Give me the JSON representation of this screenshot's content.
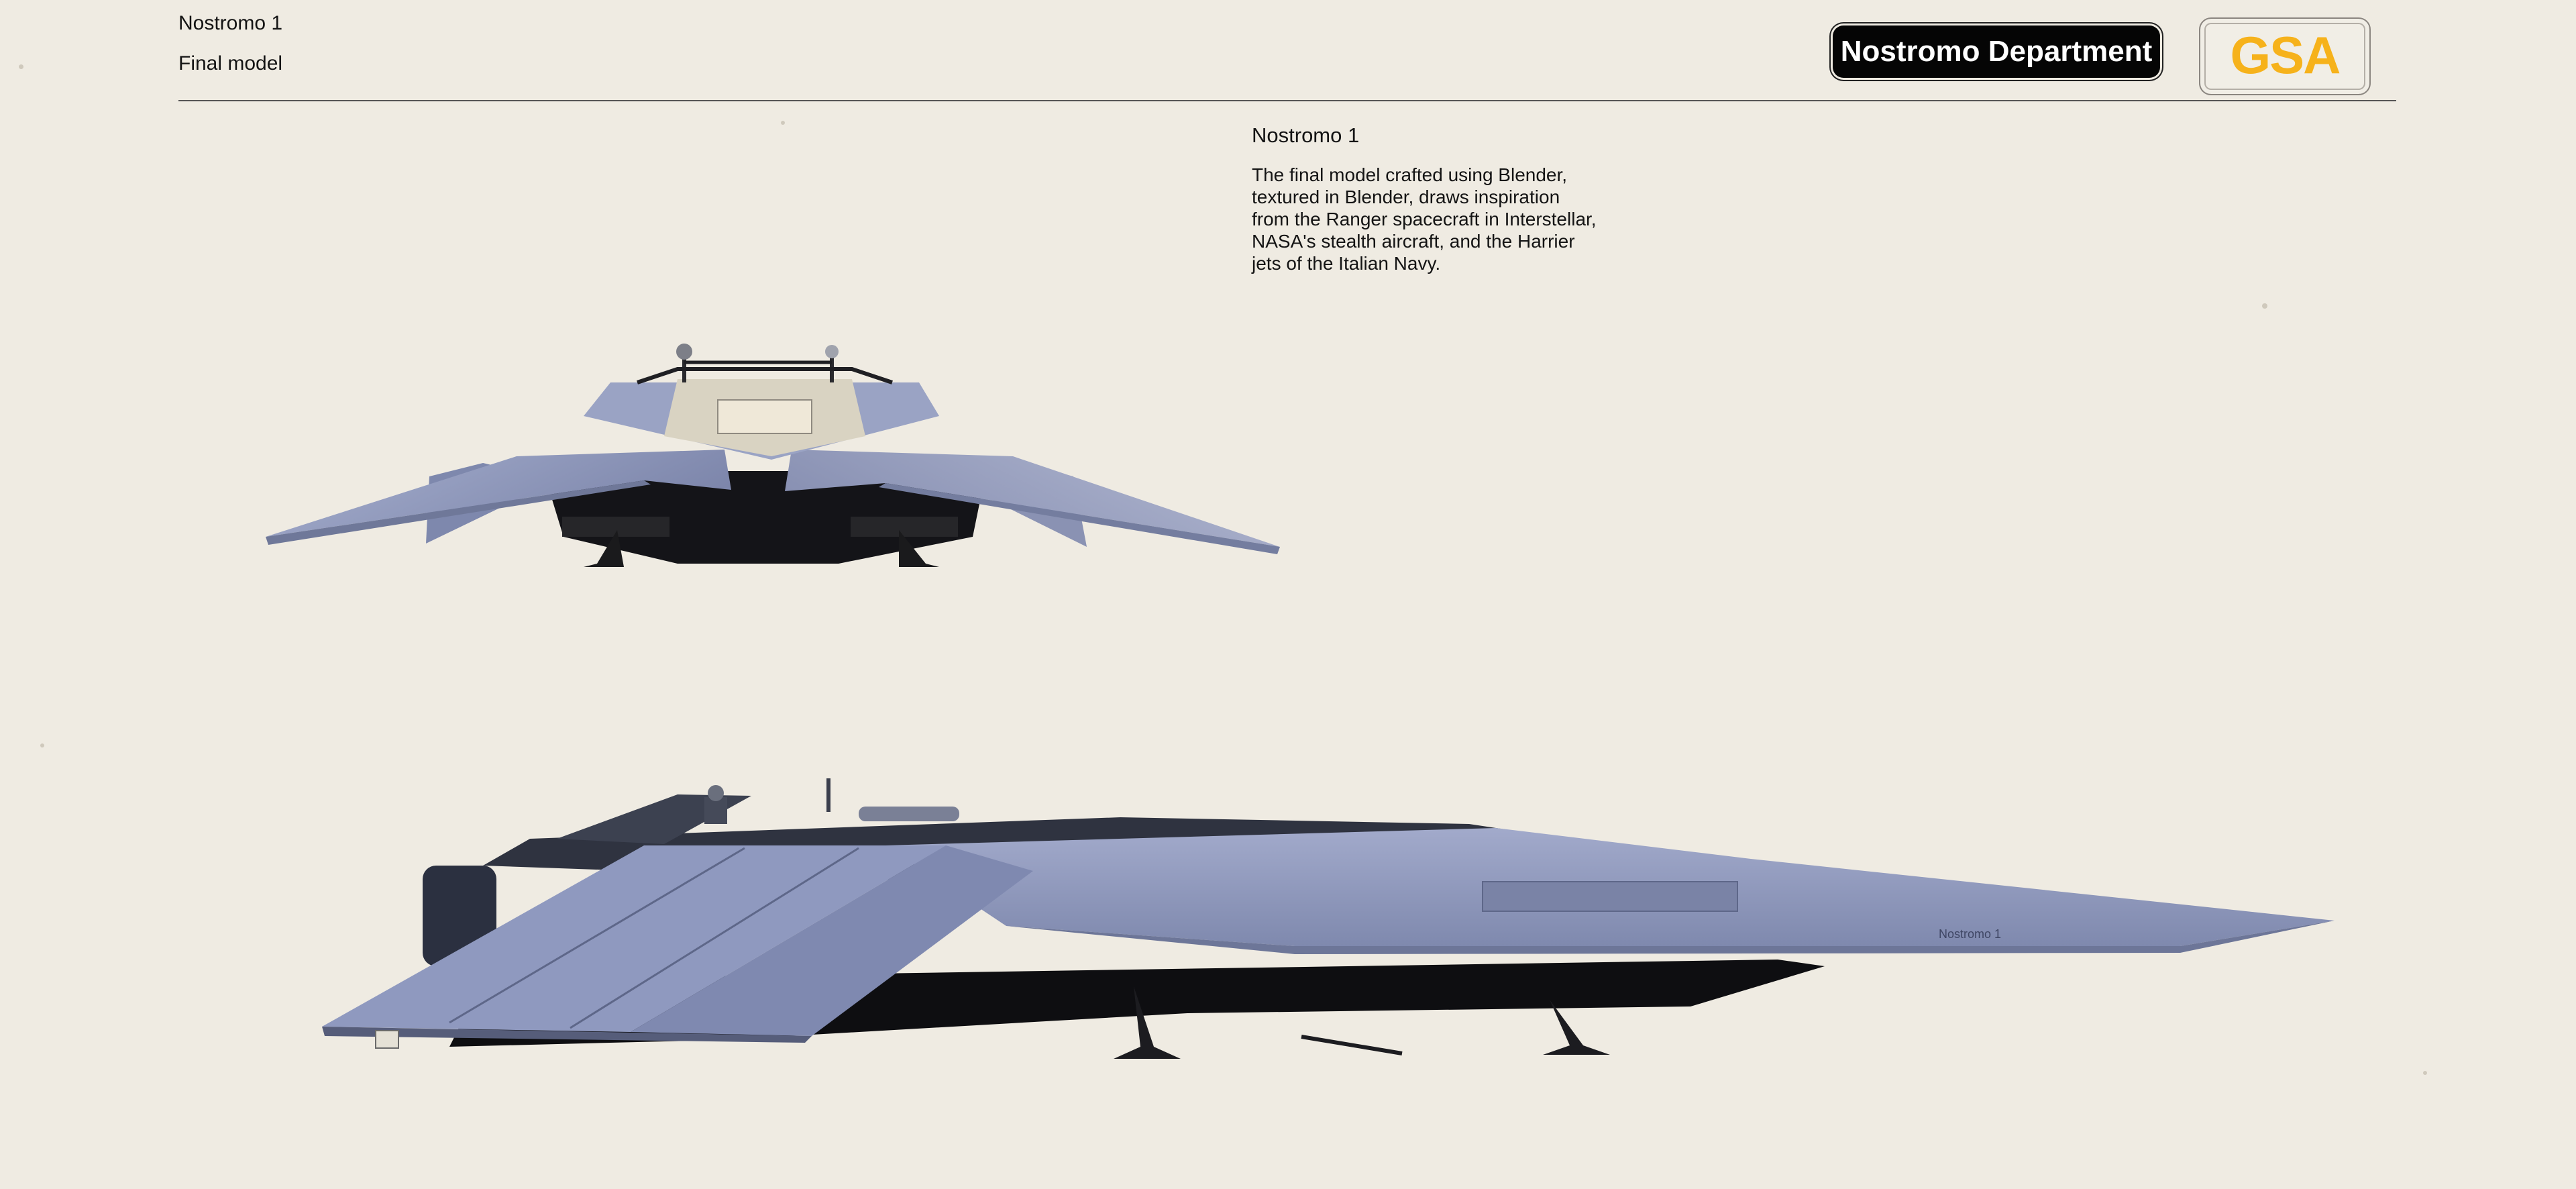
{
  "header": {
    "title": "Nostromo 1",
    "subtitle": "Final model"
  },
  "badge": {
    "label": "Nostromo Department"
  },
  "logo": {
    "icon": "gsa-logo",
    "text": "GSA",
    "color": "#f6b21b"
  },
  "description": {
    "title": "Nostromo 1",
    "body": "The final model crafted using Blender, textured in Blender, draws inspiration from the Ranger spacecraft in Interstellar, NASA's stealth aircraft, and the Harrier jets of the Italian Navy."
  },
  "renders": {
    "front_view": "ship-front-view",
    "side_view": "ship-side-view",
    "hull_marking": "Nostromo 1",
    "hull_color": "#8d97bd",
    "shadow_color": "#0c0c0f"
  }
}
